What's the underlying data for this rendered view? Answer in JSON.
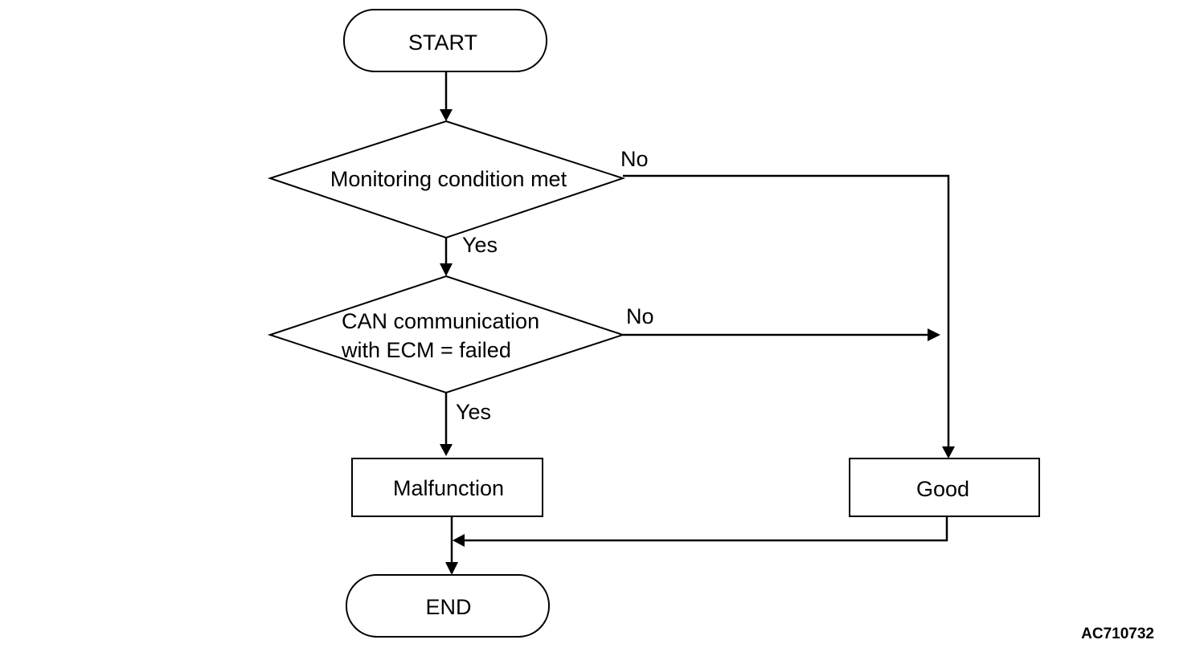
{
  "nodes": {
    "start": "START",
    "decision1": "Monitoring condition met",
    "decision2_line1": "CAN communication",
    "decision2_line2": "with ECM = failed",
    "malfunction": "Malfunction",
    "good": "Good",
    "end": "END"
  },
  "edges": {
    "d1_no": "No",
    "d1_yes": "Yes",
    "d2_no": "No",
    "d2_yes": "Yes"
  },
  "figure_code": "AC710732"
}
